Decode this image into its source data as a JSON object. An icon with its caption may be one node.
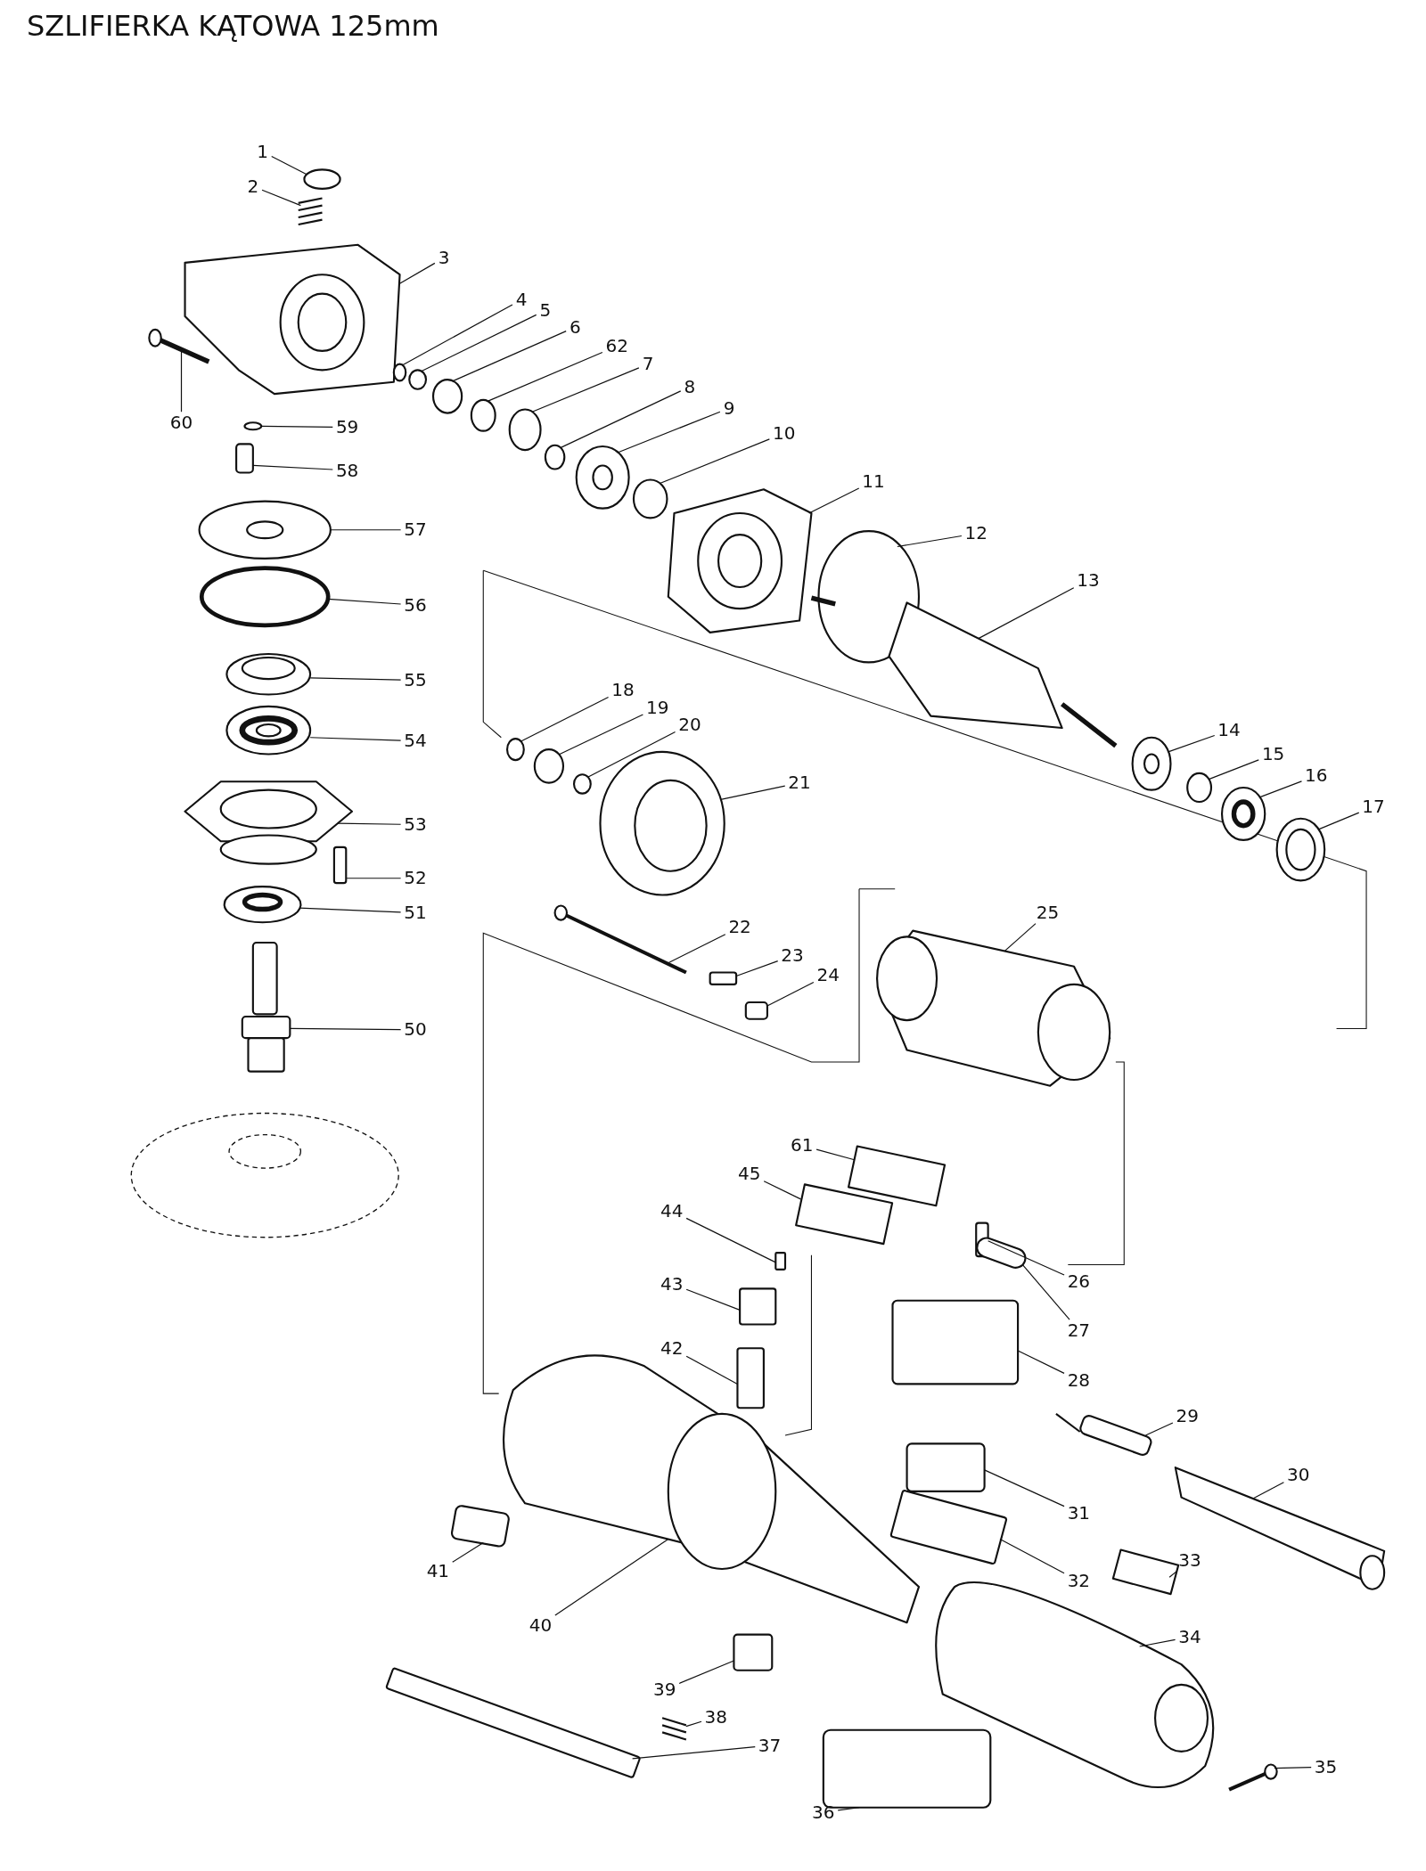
{
  "diagram": {
    "title": "SZLIFIERKA KĄTOWA 125mm",
    "nodes": [
      {
        "text": [
          "1"
        ]
      },
      {
        "text": [
          "2"
        ]
      },
      {
        "text": [
          "3"
        ]
      },
      {
        "text": [
          "4"
        ]
      },
      {
        "text": [
          "5"
        ]
      },
      {
        "text": [
          "6"
        ]
      },
      {
        "text": [
          "7"
        ]
      },
      {
        "text": [
          "8"
        ]
      },
      {
        "text": [
          "9"
        ]
      },
      {
        "text": [
          "10"
        ]
      },
      {
        "text": [
          "11"
        ]
      },
      {
        "text": [
          "12"
        ]
      },
      {
        "text": [
          "13"
        ]
      },
      {
        "text": [
          "14"
        ]
      },
      {
        "text": [
          "15"
        ]
      },
      {
        "text": [
          "16"
        ]
      },
      {
        "text": [
          "17"
        ]
      },
      {
        "text": [
          "18"
        ]
      },
      {
        "text": [
          "19"
        ]
      },
      {
        "text": [
          "20"
        ]
      },
      {
        "text": [
          "21"
        ]
      },
      {
        "text": [
          "22"
        ]
      },
      {
        "text": [
          "23"
        ]
      },
      {
        "text": [
          "24"
        ]
      },
      {
        "text": [
          "25"
        ]
      },
      {
        "text": [
          "26"
        ]
      },
      {
        "text": [
          "27"
        ]
      },
      {
        "text": [
          "28"
        ]
      },
      {
        "text": [
          "29"
        ]
      },
      {
        "text": [
          "30"
        ]
      },
      {
        "text": [
          "31"
        ]
      },
      {
        "text": [
          "32"
        ]
      },
      {
        "text": [
          "33"
        ]
      },
      {
        "text": [
          "34"
        ]
      },
      {
        "text": [
          "35"
        ]
      },
      {
        "text": [
          "36"
        ]
      },
      {
        "text": [
          "37"
        ]
      },
      {
        "text": [
          "38"
        ]
      },
      {
        "text": [
          "39"
        ]
      },
      {
        "text": [
          "40"
        ]
      },
      {
        "text": [
          "41"
        ]
      },
      {
        "text": [
          "42"
        ]
      },
      {
        "text": [
          "43"
        ]
      },
      {
        "text": [
          "44"
        ]
      },
      {
        "text": [
          "45"
        ]
      },
      {
        "text": [
          "50"
        ]
      },
      {
        "text": [
          "51"
        ]
      },
      {
        "text": [
          "52"
        ]
      },
      {
        "text": [
          "53"
        ]
      },
      {
        "text": [
          "54"
        ]
      },
      {
        "text": [
          "55"
        ]
      },
      {
        "text": [
          "56"
        ]
      },
      {
        "text": [
          "57"
        ]
      },
      {
        "text": [
          "58"
        ]
      },
      {
        "text": [
          "59"
        ]
      },
      {
        "text": [
          "60"
        ]
      },
      {
        "text": [
          "61"
        ]
      },
      {
        "text": [
          "62"
        ]
      },
      {
        "text": [],
        "shape": "circle"
      },
      {
        "text": [],
        "shape": "picture"
      },
      {
        "text": [],
        "shape": "picture"
      },
      {
        "text": [],
        "shape": "circle"
      },
      {
        "text": [],
        "shape": "circle"
      },
      {
        "text": [],
        "shape": "circle"
      },
      {
        "text": [],
        "shape": "circle"
      },
      {
        "text": [],
        "shape": "circle"
      },
      {
        "text": [],
        "shape": "picture"
      },
      {
        "text": [],
        "shape": "circle"
      },
      {
        "text": [],
        "shape": "picture"
      },
      {
        "text": [],
        "shape": "circle"
      },
      {
        "text": [],
        "shape": "picture"
      },
      {
        "text": [],
        "shape": "picture"
      },
      {
        "text": [],
        "shape": "circle"
      },
      {
        "text": [],
        "shape": "picture"
      },
      {
        "text": [],
        "shape": "picture"
      },
      {
        "text": [],
        "shape": "circle"
      },
      {
        "text": [],
        "shape": "circle"
      },
      {
        "text": [],
        "shape": "circle"
      },
      {
        "text": [],
        "shape": "picture"
      },
      {
        "text": [],
        "shape": "picture"
      },
      {
        "text": [],
        "shape": "box"
      },
      {
        "text": [],
        "shape": "box"
      },
      {
        "text": [],
        "shape": "picture"
      },
      {
        "text": [],
        "shape": "box"
      },
      {
        "text": [],
        "shape": "box"
      },
      {
        "text": [],
        "shape": "box"
      },
      {
        "text": [],
        "shape": "box"
      },
      {
        "text": [],
        "shape": "picture"
      },
      {
        "text": [],
        "shape": "box"
      },
      {
        "text": [],
        "shape": "box"
      },
      {
        "text": [],
        "shape": "box"
      },
      {
        "text": [],
        "shape": "picture"
      },
      {
        "text": [],
        "shape": "picture"
      },
      {
        "text": [],
        "shape": "box"
      },
      {
        "text": [],
        "shape": "box"
      },
      {
        "text": [],
        "shape": "picture"
      },
      {
        "text": [],
        "shape": "box"
      },
      {
        "text": [],
        "shape": "picture"
      },
      {
        "text": [],
        "shape": "box"
      },
      {
        "text": [],
        "shape": "box"
      },
      {
        "text": [],
        "shape": "box"
      },
      {
        "text": [],
        "shape": "box"
      },
      {
        "text": [],
        "shape": "box"
      },
      {
        "text": [],
        "shape": "picture"
      },
      {
        "text": [],
        "shape": "picture"
      },
      {
        "text": [],
        "shape": "box"
      },
      {
        "text": [],
        "shape": "picture"
      },
      {
        "text": [],
        "shape": "picture"
      },
      {
        "text": [],
        "shape": "picture"
      },
      {
        "text": [],
        "shape": "circle"
      },
      {
        "text": [],
        "shape": "picture"
      },
      {
        "text": [],
        "shape": "box"
      },
      {
        "text": [],
        "shape": "circle"
      },
      {
        "text": [],
        "shape": "picture"
      },
      {
        "text": [],
        "shape": "box"
      },
      {
        "text": [],
        "shape": "circle"
      }
    ],
    "edges": [
      {
        "from": 0,
        "to": 58,
        "arrow": "none"
      },
      {
        "from": 1,
        "to": 59,
        "arrow": "none"
      },
      {
        "from": 2,
        "to": 60,
        "arrow": "none"
      },
      {
        "from": 3,
        "to": 61,
        "arrow": "none"
      },
      {
        "from": 4,
        "to": 62,
        "arrow": "none"
      },
      {
        "from": 5,
        "to": 63,
        "arrow": "none"
      },
      {
        "from": 6,
        "to": 64,
        "arrow": "none"
      },
      {
        "from": 7,
        "to": 65,
        "arrow": "none"
      },
      {
        "from": 8,
        "to": 66,
        "arrow": "none"
      },
      {
        "from": 9,
        "to": 67,
        "arrow": "none"
      },
      {
        "from": 10,
        "to": 68,
        "arrow": "none"
      },
      {
        "from": 11,
        "to": 69,
        "arrow": "none"
      },
      {
        "from": 12,
        "to": 70,
        "arrow": "none"
      },
      {
        "from": 13,
        "to": 71,
        "arrow": "none"
      },
      {
        "from": 14,
        "to": 72,
        "arrow": "none"
      },
      {
        "from": 15,
        "to": 73,
        "arrow": "none"
      },
      {
        "from": 16,
        "to": 74,
        "arrow": "none"
      },
      {
        "from": 17,
        "to": 75,
        "arrow": "none"
      },
      {
        "from": 18,
        "to": 76,
        "arrow": "none"
      },
      {
        "from": 19,
        "to": 77,
        "arrow": "none"
      },
      {
        "from": 20,
        "to": 78,
        "arrow": "none"
      },
      {
        "from": 21,
        "to": 79,
        "arrow": "none"
      },
      {
        "from": 22,
        "to": 80,
        "arrow": "none"
      },
      {
        "from": 23,
        "to": 81,
        "arrow": "none"
      },
      {
        "from": 24,
        "to": 82,
        "arrow": "none"
      },
      {
        "from": 25,
        "to": 83,
        "arrow": "none"
      },
      {
        "from": 26,
        "to": 84,
        "arrow": "none"
      },
      {
        "from": 27,
        "to": 85,
        "arrow": "none"
      },
      {
        "from": 28,
        "to": 86,
        "arrow": "none"
      },
      {
        "from": 29,
        "to": 87,
        "arrow": "none"
      },
      {
        "from": 30,
        "to": 88,
        "arrow": "none"
      },
      {
        "from": 31,
        "to": 89,
        "arrow": "none"
      },
      {
        "from": 32,
        "to": 90,
        "arrow": "none"
      },
      {
        "from": 33,
        "to": 91,
        "arrow": "none"
      },
      {
        "from": 34,
        "to": 92,
        "arrow": "none"
      },
      {
        "from": 35,
        "to": 93,
        "arrow": "none"
      },
      {
        "from": 36,
        "to": 94,
        "arrow": "none"
      },
      {
        "from": 37,
        "to": 95,
        "arrow": "none"
      },
      {
        "from": 38,
        "to": 96,
        "arrow": "none"
      },
      {
        "from": 39,
        "to": 97,
        "arrow": "none"
      },
      {
        "from": 40,
        "to": 98,
        "arrow": "none"
      },
      {
        "from": 41,
        "to": 99,
        "arrow": "none"
      },
      {
        "from": 42,
        "to": 100,
        "arrow": "none"
      },
      {
        "from": 43,
        "to": 101,
        "arrow": "none"
      },
      {
        "from": 44,
        "to": 102,
        "arrow": "none"
      },
      {
        "from": 45,
        "to": 103,
        "arrow": "none"
      },
      {
        "from": 46,
        "to": 104,
        "arrow": "none"
      },
      {
        "from": 47,
        "to": 105,
        "arrow": "none"
      },
      {
        "from": 48,
        "to": 106,
        "arrow": "none"
      },
      {
        "from": 49,
        "to": 107,
        "arrow": "none"
      },
      {
        "from": 50,
        "to": 108,
        "arrow": "none"
      },
      {
        "from": 51,
        "to": 109,
        "arrow": "none"
      },
      {
        "from": 52,
        "to": 110,
        "arrow": "none"
      },
      {
        "from": 53,
        "to": 111,
        "arrow": "none"
      },
      {
        "from": 54,
        "to": 112,
        "arrow": "none"
      },
      {
        "from": 55,
        "to": 113,
        "arrow": "none"
      },
      {
        "from": 56,
        "to": 114,
        "arrow": "none"
      },
      {
        "from": 57,
        "to": 115,
        "arrow": "none"
      }
    ]
  }
}
